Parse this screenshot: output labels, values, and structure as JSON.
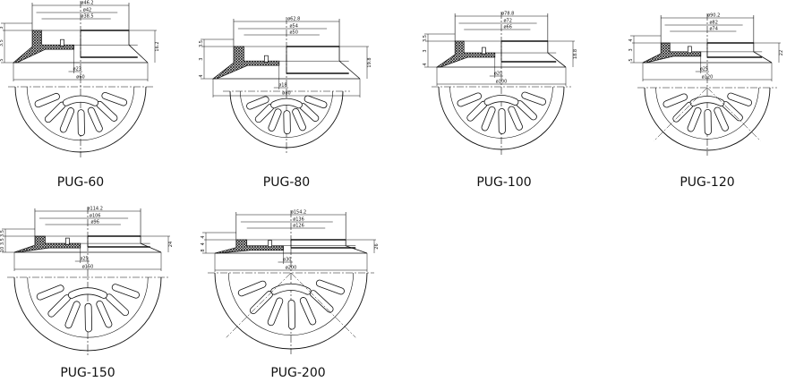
{
  "drawings": [
    {
      "label": "PUG-60",
      "dims": {
        "outer_top": "ø46.2",
        "mid": "ø42",
        "inner": "ø38.5",
        "port": "ø23",
        "outer_base": "ø60",
        "height": "16.2",
        "lip": "3",
        "step": "3.5",
        "skirt": "5"
      }
    },
    {
      "label": "PUG-80",
      "dims": {
        "outer_top": "ø62.8",
        "mid": "ø54",
        "inner": "ø50",
        "port": "ø18",
        "outer_base": "ø80",
        "height": "19.8",
        "lip": "3.5",
        "step": "3",
        "skirt": "4"
      }
    },
    {
      "label": "PUG-100",
      "dims": {
        "outer_top": "ø78.8",
        "mid": "ø72",
        "inner": "ø66",
        "port": "ø20",
        "outer_base": "ø100",
        "height": "18.8",
        "lip": "3.5",
        "step": "3",
        "skirt": "4"
      }
    },
    {
      "label": "PUG-120",
      "dims": {
        "outer_top": "ø90.2",
        "mid": "ø82",
        "inner": "ø74",
        "port": "ø25",
        "outer_base": "ø120",
        "height": "22",
        "lip": "4",
        "step": "3",
        "skirt": "5"
      }
    },
    {
      "label": "PUG-150",
      "dims": {
        "outer_top": "ø114.2",
        "mid": "ø106",
        "inner": "ø96",
        "port": "ø25",
        "outer_base": "ø150",
        "height": "24",
        "lip": "3.5",
        "step": "3.5",
        "skirt": "10"
      }
    },
    {
      "label": "PUG-200",
      "dims": {
        "outer_top": "ø154.2",
        "mid": "ø136",
        "inner": "ø126",
        "port": "ø30",
        "outer_base": "ø200",
        "height": "26",
        "lip": "4",
        "step": "4",
        "skirt": "8"
      }
    }
  ]
}
